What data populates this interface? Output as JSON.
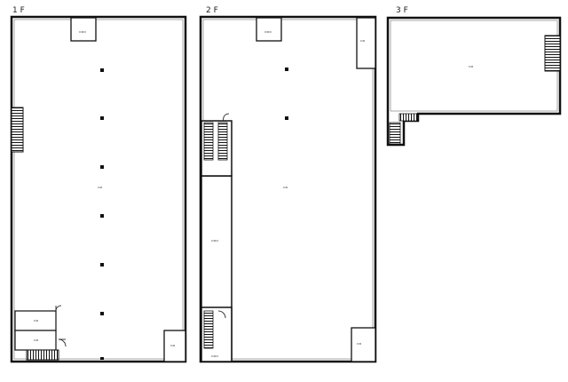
{
  "floors": [
    {
      "label": "1 F"
    },
    {
      "label": "2 F"
    },
    {
      "label": "3 F"
    }
  ]
}
